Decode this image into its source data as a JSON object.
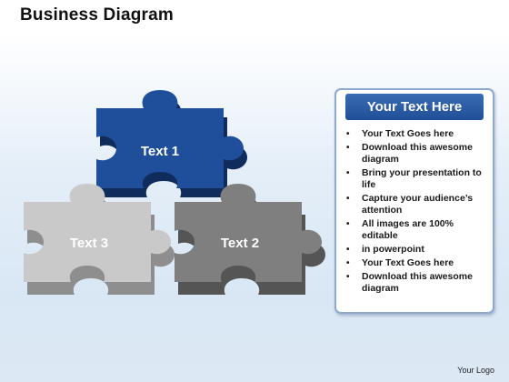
{
  "title": "Business Diagram",
  "pieces": [
    {
      "label": "Text 1",
      "color": "#1f4f9a"
    },
    {
      "label": "Text 2",
      "color": "#7f7f7f"
    },
    {
      "label": "Text 3",
      "color": "#c9c9c9"
    }
  ],
  "panel": {
    "header": "Your Text Here",
    "items": [
      "Your Text Goes here",
      "Download this awesome diagram",
      "Bring your presentation to life",
      "Capture your audience’s attention",
      "All images are 100% editable",
      "in powerpoint",
      "Your Text Goes here",
      "Download this awesome diagram"
    ]
  },
  "logo": "Your Logo"
}
